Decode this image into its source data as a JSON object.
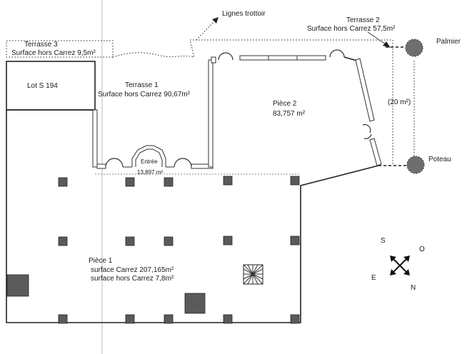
{
  "labels": {
    "lignes_trottoir": "Lignes trottoir",
    "terrasse2_title": "Terrasse 2",
    "terrasse2_area": "Surface hors Carrez  57,5m²",
    "palmier": "Palmier",
    "terrasse3_title": "Terrasse 3",
    "terrasse3_area": "Surface hors Carrez  9,5m²",
    "lot": "Lot S 194",
    "terrasse1_title": "Terrasse 1",
    "terrasse1_area": "Surface hors Carrez  90,67m²",
    "piece2_title": "Pièce 2",
    "piece2_area": "83,757  m²",
    "area_20": "(20 m²)",
    "poteau": "Poteau",
    "entree_title": "Entrée",
    "entree_area": "13,897  m²",
    "piece1_title": "Pièce 1",
    "piece1_carrez": "surface Carrez  207,165m²",
    "piece1_hors": "surface hors Carrez  7,8m²"
  },
  "compass": {
    "north": "N",
    "south": "S",
    "east": "E",
    "west": "O"
  },
  "colors": {
    "wall": "#222222",
    "pillar": "#5a5a5a",
    "tree": "#6e6e6e"
  }
}
